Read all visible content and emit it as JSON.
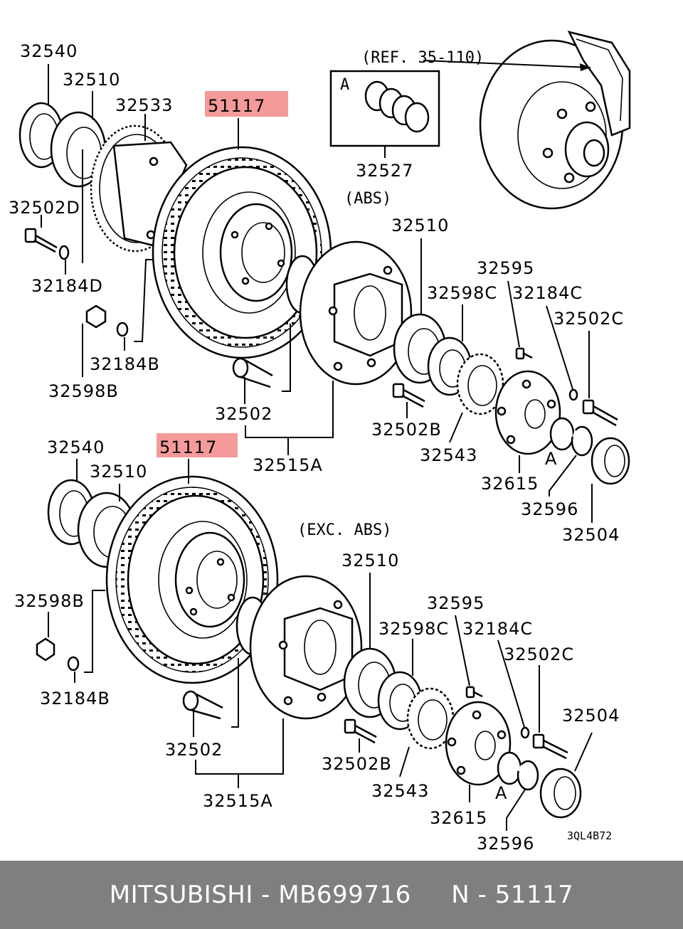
{
  "diagram": {
    "top_group": {
      "reference": "(REF. 35-110)",
      "kit_box_marker": "A",
      "variant_note": "(ABS)",
      "labels": {
        "p32540": "32540",
        "p32510_outer": "32510",
        "p32533": "32533",
        "p51117": "51117",
        "p32527": "32527",
        "p32502D": "32502D",
        "p32184D": "32184D",
        "p32598B": "32598B",
        "p32184B": "32184B",
        "p32502": "32502",
        "p32515A": "32515A",
        "p32510_inner": "32510",
        "p32595": "32595",
        "p32598C": "32598C",
        "p32184C": "32184C",
        "p32502C": "32502C",
        "p32502B": "32502B",
        "p32543": "32543",
        "p32615": "32615",
        "marker_A": "A",
        "p32596": "32596",
        "p32504": "32504"
      }
    },
    "bottom_group": {
      "variant_note": "(EXC. ABS)",
      "labels": {
        "p32540": "32540",
        "p32510_outer": "32510",
        "p51117": "51117",
        "p32598B": "32598B",
        "p32184B": "32184B",
        "p32502": "32502",
        "p32515A": "32515A",
        "p32510_inner": "32510",
        "p32595": "32595",
        "p32598C": "32598C",
        "p32184C": "32184C",
        "p32502C": "32502C",
        "p32504": "32504",
        "p32502B": "32502B",
        "p32543": "32543",
        "p32615": "32615",
        "marker_A": "A",
        "p32596": "32596"
      }
    },
    "drawing_code": "3QL4B72"
  },
  "footer": {
    "brand": "MITSUBISHI",
    "part_number": "MB699716",
    "position_number": "51117",
    "text": "MITSUBISHI - MB699716     N - 51117"
  },
  "colors": {
    "highlight": "#f59a9a",
    "footer_background": "#7f7f7f",
    "footer_text": "#ffffff",
    "line": "#000000"
  }
}
